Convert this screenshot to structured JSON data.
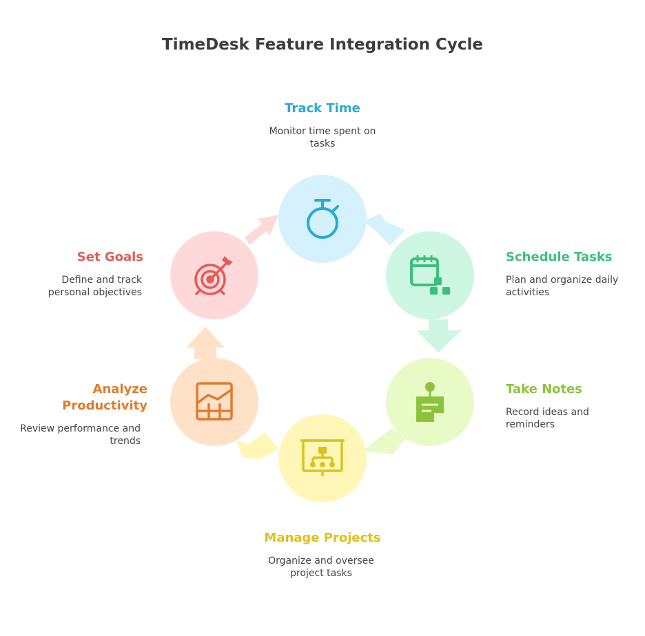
{
  "title": "TimeDesk Feature Integration Cycle",
  "steps": [
    {
      "label": "Track Time",
      "desc": "Monitor time spent on tasks",
      "color": "#29a9d6",
      "fill": "#d4f1fd",
      "arrow": "#d4f1fd",
      "icon": "stopwatch-icon"
    },
    {
      "label": "Schedule Tasks",
      "desc": "Plan and organize daily activities",
      "color": "#3dbf7c",
      "fill": "#cdf7e2",
      "arrow": "#cdf7e2",
      "icon": "calendar-blocks-icon"
    },
    {
      "label": "Take Notes",
      "desc": "Record ideas and reminders",
      "color": "#8dc33c",
      "fill": "#e8fbc6",
      "arrow": "#e8fbc6",
      "icon": "sticky-note-pin-icon"
    },
    {
      "label": "Manage Projects",
      "desc": "Organize and oversee project tasks",
      "color": "#dcc21a",
      "fill": "#fff6b8",
      "arrow": "#fff6b8",
      "icon": "presentation-board-icon"
    },
    {
      "label": "Analyze Productivity",
      "desc": "Review performance and trends",
      "color": "#e07b2c",
      "fill": "#ffe1c7",
      "arrow": "#ffe1c7",
      "icon": "growth-chart-icon"
    },
    {
      "label": "Set Goals",
      "desc": "Define and track personal objectives",
      "color": "#e55a5a",
      "fill": "#ffd9d9",
      "arrow": "#ffd9d9",
      "icon": "target-icon"
    }
  ]
}
